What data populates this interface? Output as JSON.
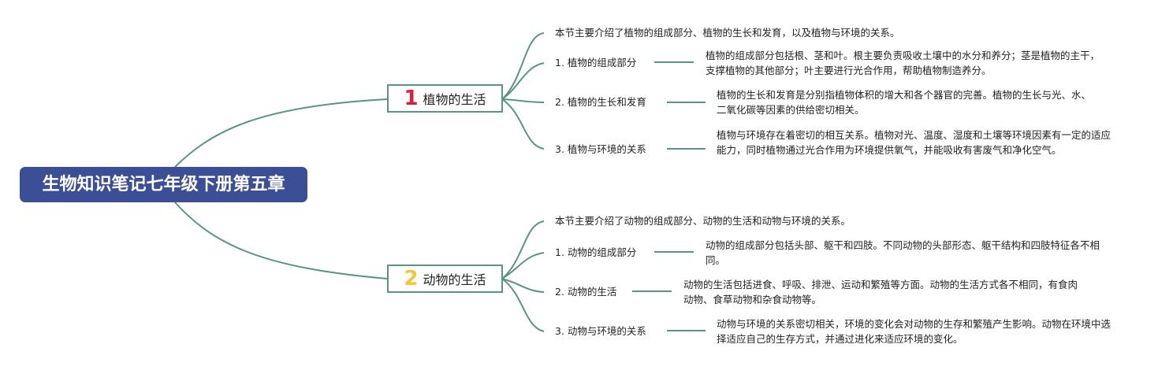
{
  "root": {
    "title": "生物知识笔记七年级下册第五章"
  },
  "branches": [
    {
      "number": "1",
      "label": "植物的生活",
      "number_color": "#d8213a",
      "intro": "本节主要介绍了植物的组成部分、植物的生长和发育，以及植物与环境的关系。",
      "items": [
        {
          "label": "1. 植物的组成部分",
          "detail": "植物的组成部分包括根、茎和叶。根主要负责吸收土壤中的水分和养分；茎是植物的主干，支撑植物的其他部分；叶主要进行光合作用，帮助植物制造养分。"
        },
        {
          "label": "2. 植物的生长和发育",
          "detail": "植物的生长和发育是分别指植物体积的增大和各个器官的完善。植物的生长与光、水、二氧化碳等因素的供给密切相关。"
        },
        {
          "label": "3. 植物与环境的关系",
          "detail": "植物与环境存在着密切的相互关系。植物对光、温度、湿度和土壤等环境因素有一定的适应能力，同时植物通过光合作用为环境提供氧气，并能吸收有害废气和净化空气。"
        }
      ]
    },
    {
      "number": "2",
      "label": "动物的生活",
      "number_color": "#f2c53b",
      "intro": "本节主要介绍了动物的组成部分、动物的生活和动物与环境的关系。",
      "items": [
        {
          "label": "1. 动物的组成部分",
          "detail": "动物的组成部分包括头部、躯干和四肢。不同动物的头部形态、躯干结构和四肢特征各不相同。"
        },
        {
          "label": "2. 动物的生活",
          "detail": "动物的生活包括进食、呼吸、排泄、运动和繁殖等方面。动物的生活方式各不相同，有食肉动物、食草动物和杂食动物等。"
        },
        {
          "label": "3. 动物与环境的关系",
          "detail": "动物与环境的关系密切相关，环境的变化会对动物的生存和繁殖产生影响。动物在环境中选择适应自己的生存方式，并通过进化来适应环境的变化。"
        }
      ]
    }
  ],
  "colors": {
    "root_bg": "#3c4e96",
    "connector": "#5a9485"
  }
}
